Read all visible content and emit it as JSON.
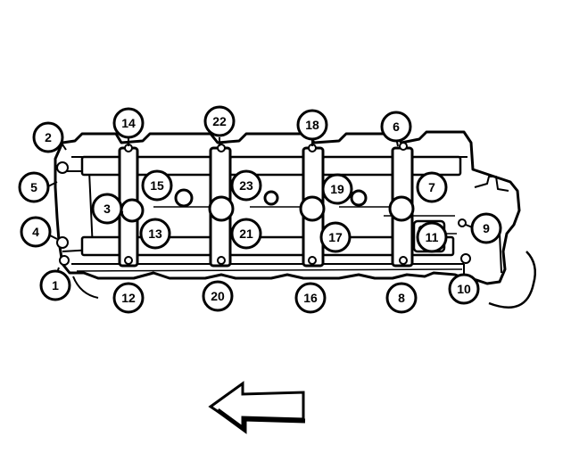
{
  "diagram": {
    "subject": "cylinder head camshaft bearing cap bolt sequence",
    "callouts": [
      "1",
      "2",
      "3",
      "4",
      "5",
      "6",
      "7",
      "8",
      "9",
      "10",
      "11",
      "12",
      "13",
      "14",
      "15",
      "16",
      "17",
      "18",
      "19",
      "20",
      "21",
      "22",
      "23"
    ],
    "arrow_direction": "left",
    "colors": {
      "ink": "#000000",
      "paper": "#ffffff",
      "shade": "#d9d9d9"
    }
  }
}
